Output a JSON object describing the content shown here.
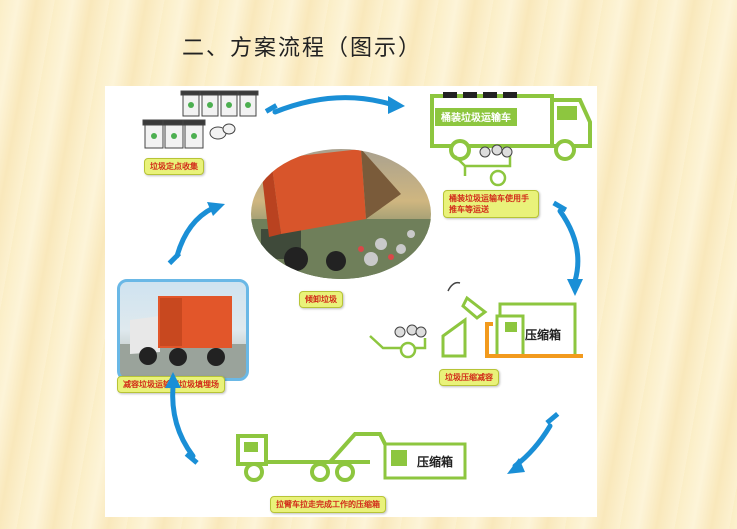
{
  "title": "二、方案流程（图示）",
  "steps": {
    "collect": "垃圾定点收集",
    "transport": "桶装垃圾运输车使用手推车等运送",
    "compress": "垃圾压缩减容",
    "haul": "拉臂车拉走完成工作的压缩箱",
    "landfill": "减容垃圾运输到垃圾填埋场",
    "dump": "倾卸垃圾"
  },
  "truck_sign": "桶装垃圾运输车",
  "compressor_sign": "压缩箱",
  "compressor_sign_2": "压缩箱",
  "colors": {
    "green": "#8dc63f",
    "arrow": "#1a8fd6",
    "label_bg": "#e9f27a",
    "label_text": "#d22c1a",
    "orange": "#e2562a"
  }
}
